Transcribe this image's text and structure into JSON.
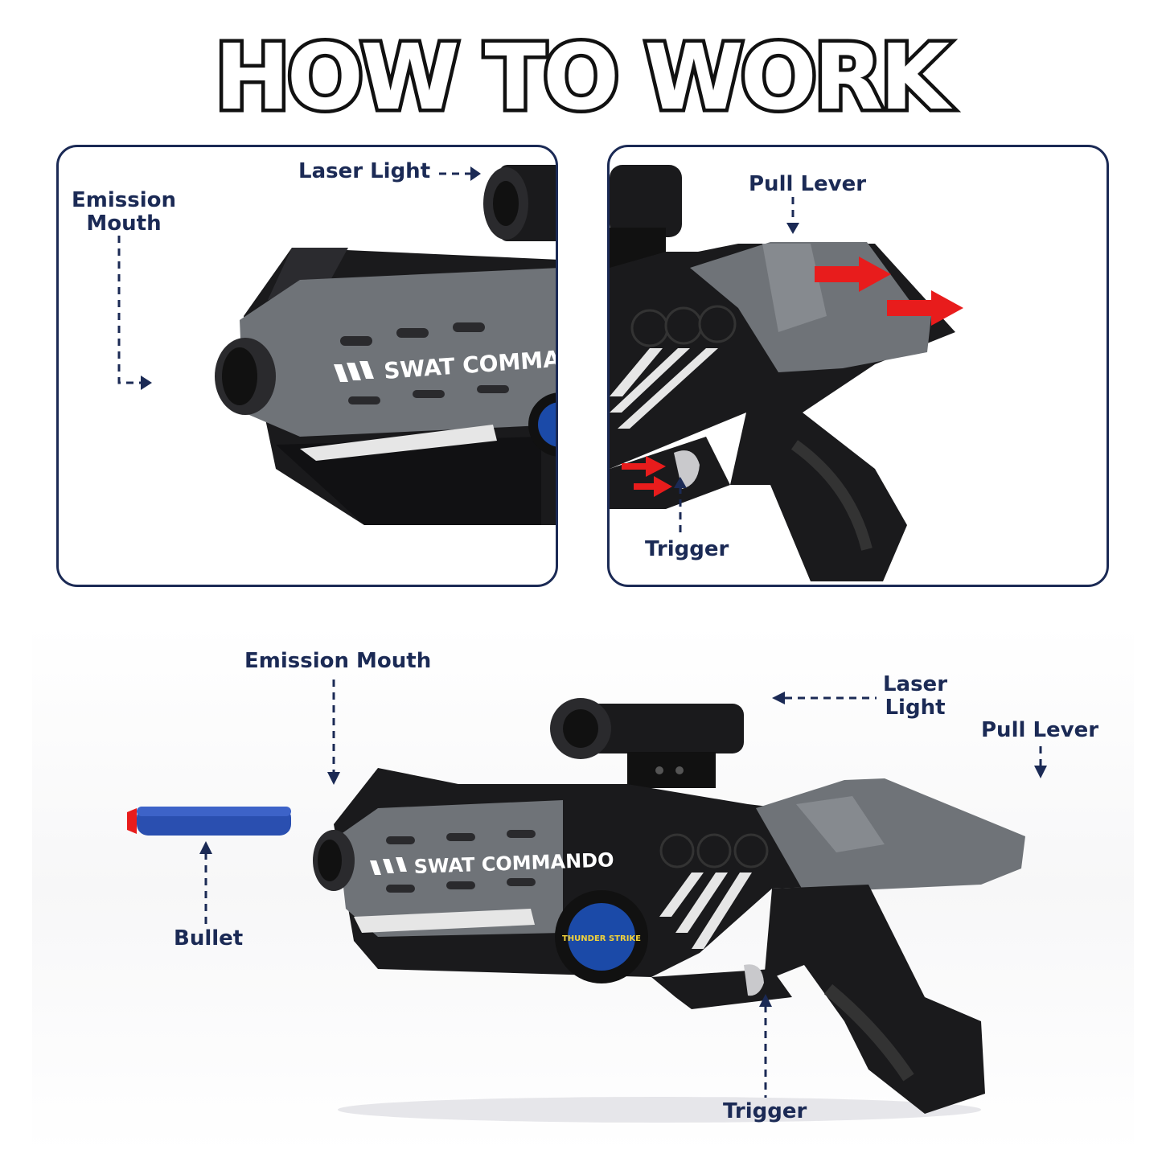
{
  "title": "HOW TO WORK",
  "colors": {
    "label": "#1b2a55",
    "border": "#1b2a55",
    "arrow_red": "#e81c1c",
    "gun_black": "#1a1a1c",
    "gun_gray": "#6f7378",
    "bullet_blue": "#2a4fb0"
  },
  "panel_left": {
    "laser_light": "Laser Light",
    "emission_mouth": "Emission Mouth",
    "gun_text": "SWAT COMMANDO"
  },
  "panel_right": {
    "pull_lever": "Pull Lever",
    "trigger": "Trigger"
  },
  "bottom": {
    "emission_mouth": "Emission Mouth",
    "laser_light": "Laser Light",
    "pull_lever": "Pull Lever",
    "bullet": "Bullet",
    "trigger": "Trigger",
    "gun_text": "SWAT COMMANDO",
    "badge_text": "THUNDER STRIKE"
  }
}
